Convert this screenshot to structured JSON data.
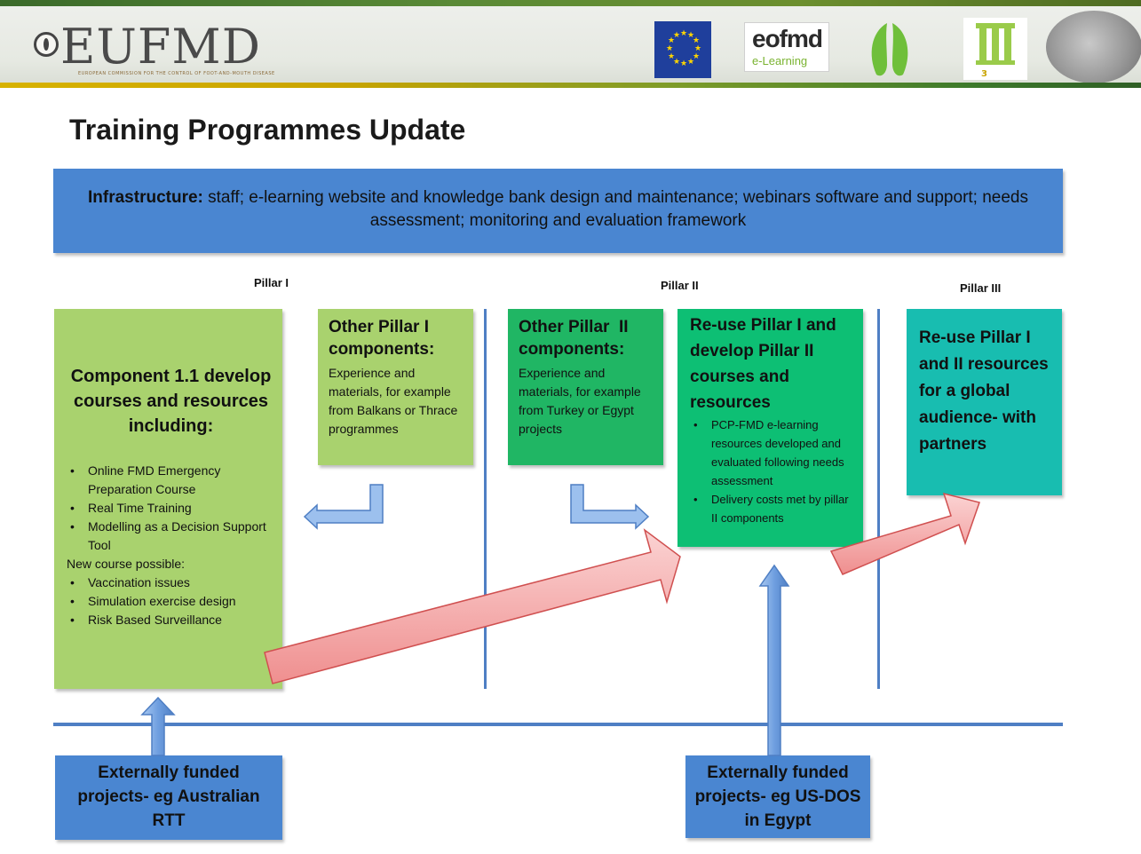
{
  "header": {
    "logo_text": "EUFMD",
    "logo_subtitle": "EUROPEAN COMMISSION FOR THE CONTROL OF FOOT-AND-MOUTH DISEASE",
    "eofmd_word": "eofmd",
    "eofmd_sub": "e-Learning",
    "pillars_logo_text": "III"
  },
  "title": "Training Programmes Update",
  "infrastructure": {
    "label": "Infrastructure:",
    "text": " staff; e-learning website and knowledge bank design and maintenance; webinars software and support; needs assessment; monitoring and evaluation framework"
  },
  "pillars": {
    "pillar1": "Pillar I",
    "pillar2": "Pillar II",
    "pillar3": "Pillar III"
  },
  "component11": {
    "title": "Component 1.1 develop courses and resources including:",
    "items": [
      "Online FMD Emergency Preparation Course",
      "Real Time Training",
      "Modelling as a Decision Support Tool"
    ],
    "new_label": "New course possible:",
    "new_items": [
      "Vaccination issues",
      "Simulation exercise design",
      "Risk Based Surveillance"
    ]
  },
  "other_pillar1": {
    "title": "Other Pillar I components:",
    "body": "Experience and materials, for example from Balkans or Thrace programmes"
  },
  "other_pillar2": {
    "title": "Other Pillar  II components:",
    "body": "Experience and materials, for example from Turkey or Egypt projects"
  },
  "reuse_pillar2": {
    "title": "Re-use Pillar I and develop Pillar II courses and resources",
    "items": [
      "PCP-FMD e-learning resources developed and evaluated following needs assessment",
      "Delivery costs met by pillar II components"
    ]
  },
  "reuse_pillar3": {
    "title": "Re-use Pillar I and II resources for a global audience- with partners"
  },
  "external1": "Externally funded projects- eg Australian RTT",
  "external2": "Externally funded projects- eg US-DOS in Egypt",
  "colors": {
    "banner_blue": "#4a86d1",
    "light_green": "#a9d26e",
    "green": "#20b664",
    "bright_green": "#0dbf74",
    "teal": "#18bdb0",
    "pink_arrow": "#f4a0a0"
  }
}
